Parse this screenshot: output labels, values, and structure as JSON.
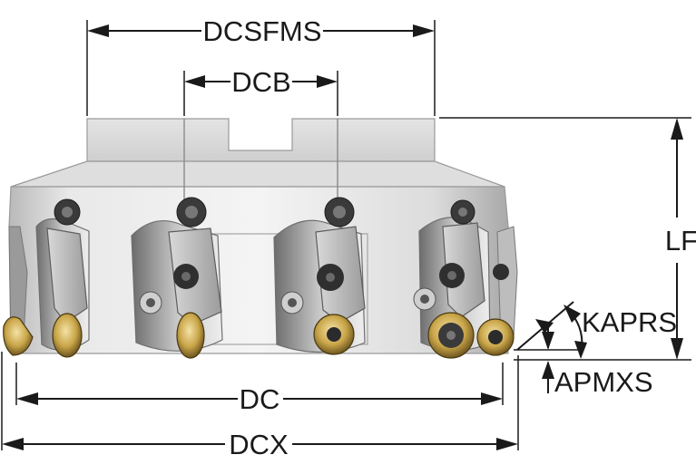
{
  "labels": {
    "dcsfms": "DCSFMS",
    "dcb": "DCB",
    "lf": "LF",
    "kaprs": "KAPRS",
    "apmxs": "APMXS",
    "dc": "DC",
    "dcx": "DCX"
  }
}
